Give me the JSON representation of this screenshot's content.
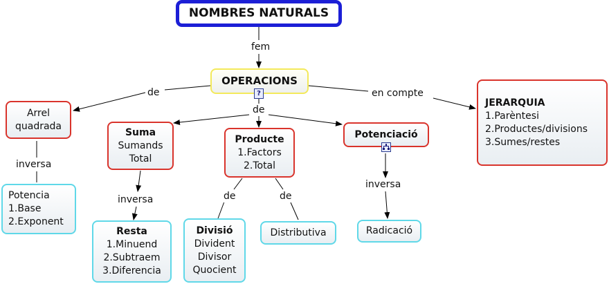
{
  "nodes": {
    "root": "NOMBRES NATURALS",
    "operacions": "OPERACIONS",
    "arrel_line1": "Arrel",
    "arrel_line2": "quadrada",
    "potencia_inv": [
      "Potencia",
      "1.Base",
      "2.Exponent"
    ],
    "suma": {
      "title": "Suma",
      "lines": [
        "Sumands",
        "Total"
      ]
    },
    "producte": {
      "title": "Producte",
      "lines": [
        "1.Factors",
        "2.Total"
      ]
    },
    "potenciacio": "Potenciació",
    "jerarquia": {
      "title": "JERARQUIA",
      "lines": [
        "1.Parèntesi",
        "2.Productes/divisions",
        "3.Sumes/restes"
      ]
    },
    "resta": {
      "title": "Resta",
      "lines": [
        "1.Minuend",
        "2.Subtraem",
        "3.Diferencia"
      ]
    },
    "divisio": {
      "title": "Divisió",
      "lines": [
        "Divident",
        "Divisor",
        "Quocient"
      ]
    },
    "distributiva": "Distributiva",
    "radicacio": "Radicació"
  },
  "links": {
    "fem": "fem",
    "de_left": "de",
    "en_compte": "en compte",
    "de_center": "de",
    "inversa_arrel": "inversa",
    "inversa_suma": "inversa",
    "de_divisio": "de",
    "de_distributiva": "de",
    "inversa_potenciacio": "inversa"
  },
  "colors": {
    "root_border": "#1c1fd6",
    "operacions_border": "#f3e95a",
    "concept_border": "#d9332b",
    "leaf_border": "#5fd8e8",
    "link": "#000000"
  },
  "icons": {
    "operacions_icon": "question-help-icon",
    "potenciacio_icon": "sub-map-icon"
  }
}
